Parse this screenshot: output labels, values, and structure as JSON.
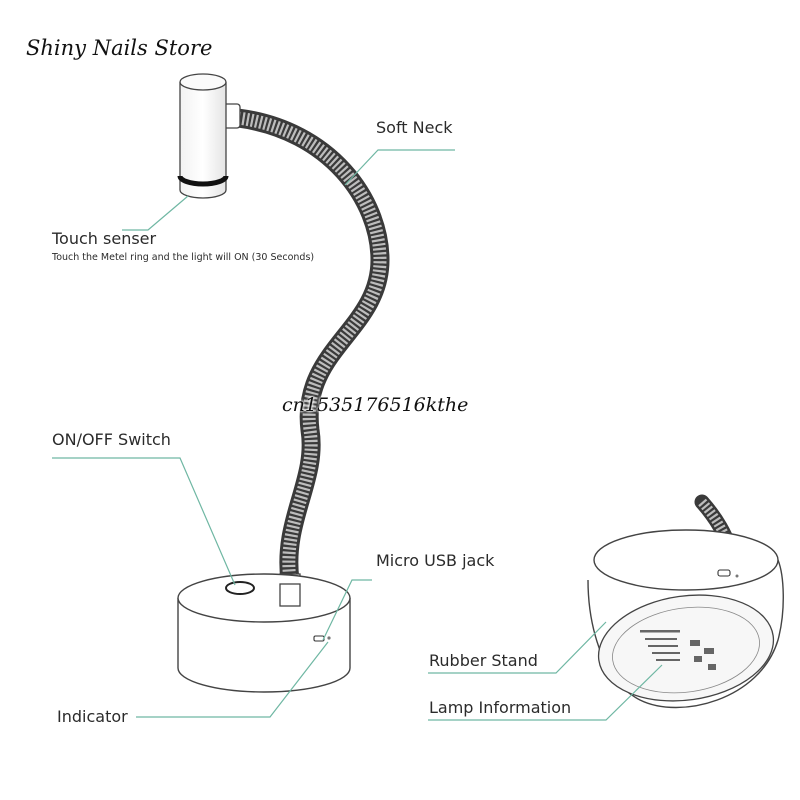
{
  "store_name": "Shiny Nails Store",
  "watermark": "cn1535176516kthe",
  "labels": {
    "soft_neck": "Soft Neck",
    "touch_sensor": "Touch senser",
    "touch_sensor_note": "Touch the Metel ring and the light will ON (30 Seconds)",
    "on_off_switch": "ON/OFF Switch",
    "micro_usb_jack": "Micro USB jack",
    "indicator": "Indicator",
    "rubber_stand": "Rubber Stand",
    "lamp_information": "Lamp Information"
  },
  "colors": {
    "leader_line": "#6fb7a3",
    "outline": "#444444",
    "text": "#2b2b2b"
  }
}
